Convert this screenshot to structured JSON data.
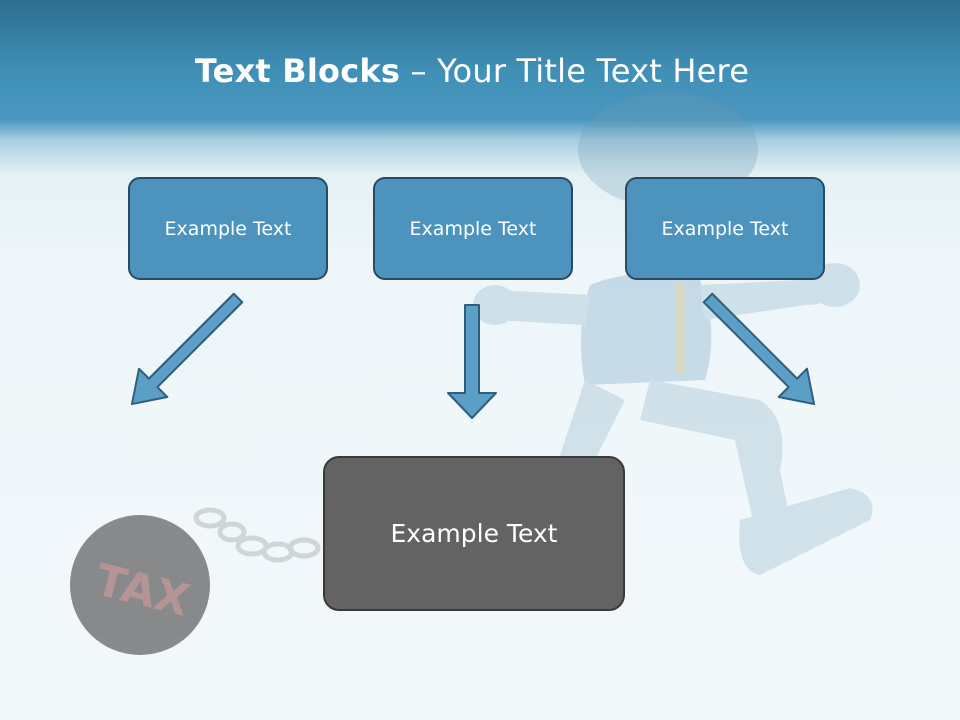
{
  "slide": {
    "title_bold": "Text Blocks",
    "title_dash": "–",
    "title_rest": "Your Title Text Here",
    "boxes": [
      {
        "label": "Example Text"
      },
      {
        "label": "Example Text"
      },
      {
        "label": "Example Text"
      }
    ],
    "main_box": {
      "label": "Example Text"
    },
    "ball_text": "TAX"
  },
  "colors": {
    "header": "#3f8fb6",
    "box_fill": "#4c94bd",
    "box_border": "#2a4a62",
    "main_fill": "#636363",
    "arrow_fill": "#5b9fc6"
  }
}
